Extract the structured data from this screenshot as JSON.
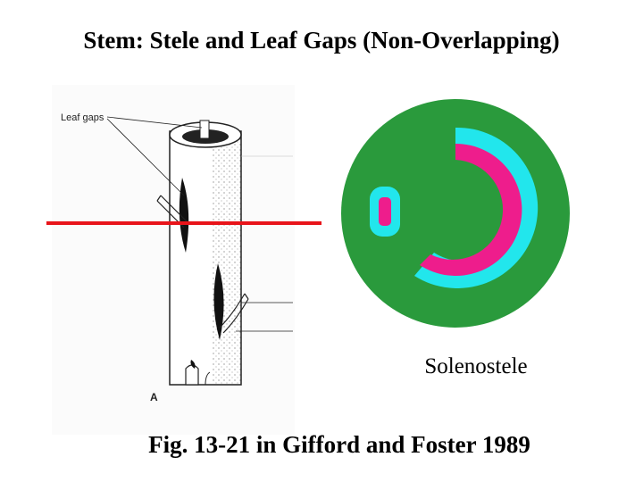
{
  "title": "Stem: Stele and Leaf Gaps (Non-Overlapping)",
  "figure": {
    "leaf_gaps_label": "Leaf gaps",
    "panel_letter": "A"
  },
  "cross_section": {
    "label": "Solenostele",
    "colors": {
      "ground_tissue": "#2a9a3c",
      "outer_ring": "#22e6ec",
      "inner_band": "#ee1d8c",
      "background": "#ffffff"
    }
  },
  "caption": "Fig. 13-21 in Gifford and Foster 1989",
  "cut_line_color": "#e8141a"
}
